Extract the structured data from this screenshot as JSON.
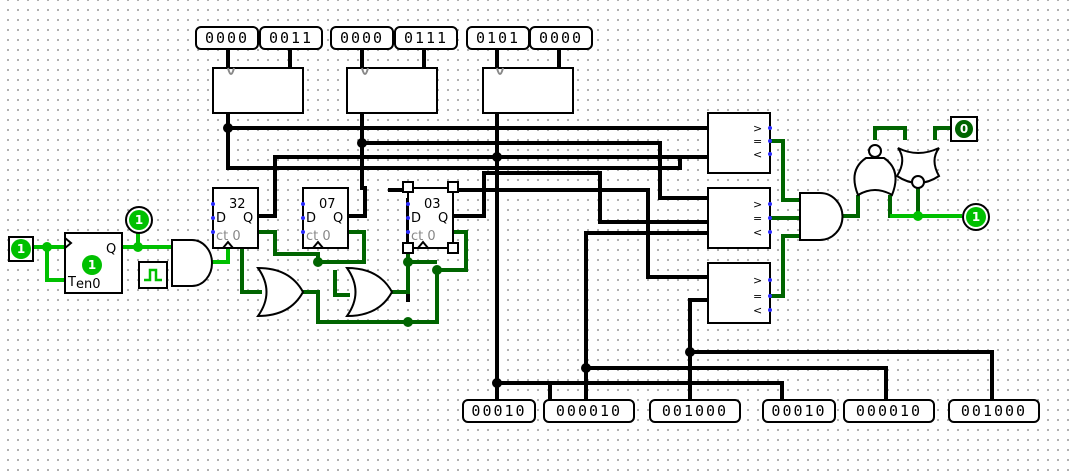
{
  "input_pins": {
    "left": "1",
    "top_led": "1"
  },
  "counter": {
    "value": "1",
    "q": "Q",
    "t": "T",
    "en": "en0"
  },
  "top_probes": [
    {
      "hi": "0000",
      "lo": "0011"
    },
    {
      "hi": "0000",
      "lo": "0111"
    },
    {
      "hi": "0101",
      "lo": "0000"
    }
  ],
  "registers": [
    {
      "value": "32",
      "d": "D",
      "q": "Q",
      "ct": "ct 0"
    },
    {
      "value": "07",
      "d": "D",
      "q": "Q",
      "ct": "ct 0"
    },
    {
      "value": "03",
      "d": "D",
      "q": "Q",
      "ct": "ct 0"
    }
  ],
  "comparator_labels": [
    ">",
    "=",
    "<"
  ],
  "outputs": {
    "nand_out": "0",
    "final_out": "1"
  },
  "bottom_probes": [
    "00010",
    "000010",
    "001000",
    "00010",
    "000010",
    "001000"
  ]
}
